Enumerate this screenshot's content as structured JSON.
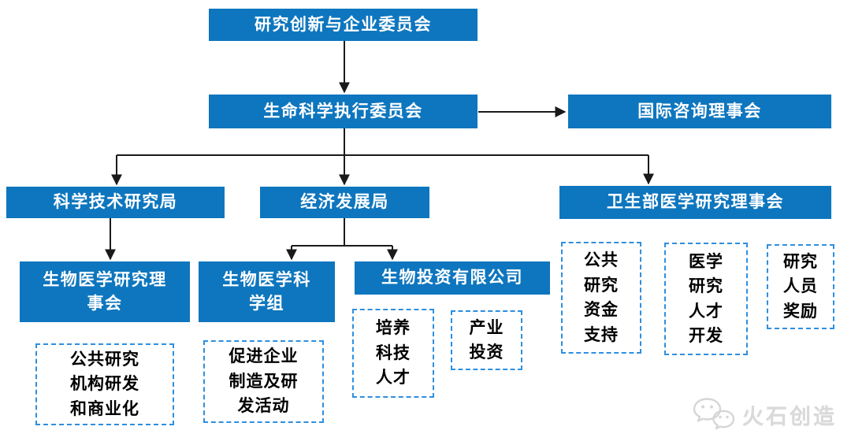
{
  "chart": {
    "type": "org-chart",
    "nodes": {
      "committee": "研究创新与企业委员会",
      "life_science_exec": "生命科学执行委员会",
      "intl_advisory": "国际咨询理事会",
      "science_tech_bureau": "科学技术研究局",
      "economic_dev_board": "经济发展局",
      "moh_medical_research": "卫生部医学研究理事会",
      "biomedical_research_council": "生物医学研究理\n事会",
      "biomedical_science_group": "生物医学科\n学组",
      "bio_investment": "生物投资有限公司",
      "public_research_rd": "公共研究\n机构研发\n和商业化",
      "promote_enterprise": "促进企业\n制造及研\n发活动",
      "cultivate_talent": "培养\n科技\n人才",
      "industry_investment": "产业\n投资",
      "public_funding": "公共\n研究\n资金\n支持",
      "medical_talent_dev": "医学\n研究\n人才\n开发",
      "researcher_rewards": "研究\n人员\n奖励"
    },
    "colors": {
      "node_fill": "#0E76BE",
      "node_text": "#FFFFFF",
      "dashed_border": "#2E8FDF",
      "dashed_text": "#000000",
      "connector": "#1A1A1A",
      "watermark": "#D9D9D9"
    },
    "watermark": {
      "brand": "火石创造",
      "icon": "wechat-icon"
    }
  }
}
